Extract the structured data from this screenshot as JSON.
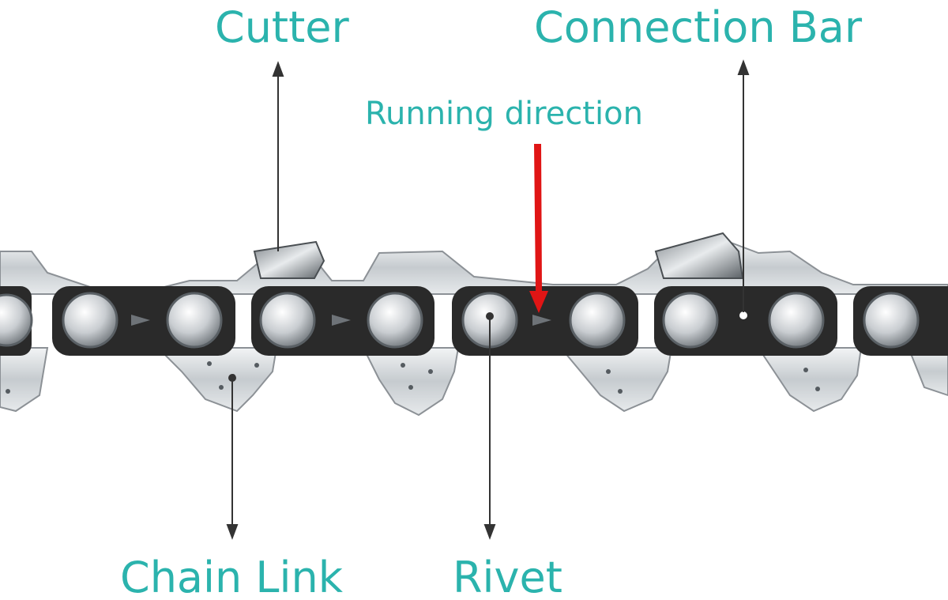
{
  "colors": {
    "label_text": "#2bb3ad",
    "running_arrow": "#e01515",
    "leader_lines": "#333333",
    "chain_dark_plate": "#2a2a2a",
    "chain_steel": "#cfd3d6",
    "chain_steel_edge": "#8c9196"
  },
  "labels": {
    "cutter": "Cutter",
    "connection_bar": "Connection Bar",
    "running_direction": "Running direction",
    "chain_link": "Chain Link",
    "rivet": "Rivet"
  }
}
